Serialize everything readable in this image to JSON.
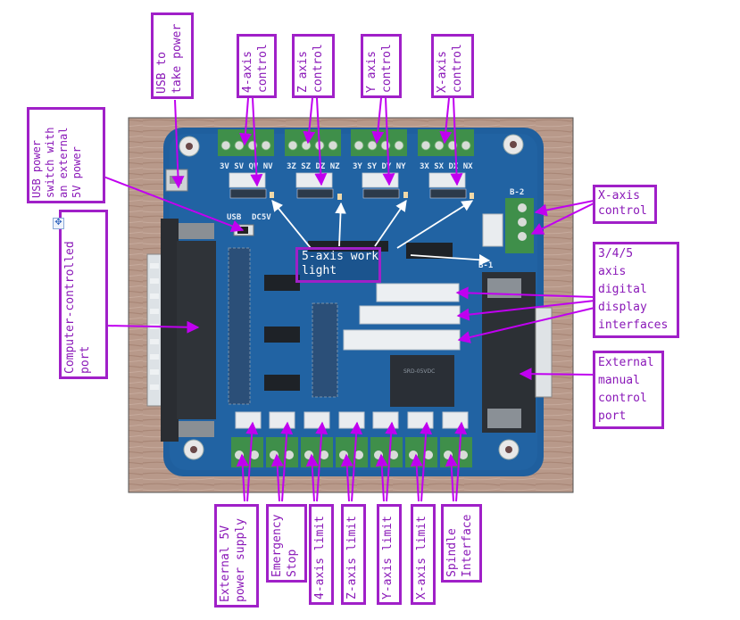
{
  "diagram": {
    "subject": "5-axis CNC stepper motor interface board (blue PCB photo) with annotated callouts",
    "colors": {
      "callout": "#a020c8",
      "callout_text": "#8a18b8",
      "pcb": "#1f5f9e",
      "terminal": "#3f8f4a",
      "background_wood": "#b89a86"
    },
    "board_silkscreen": {
      "usb": "USB",
      "dc5v": "DC5V",
      "b2": "B-2",
      "b1": "B-1",
      "axis_headers": [
        "3V SV QV NV",
        "3Z SZ DZ NZ",
        "3Y SY DY NY",
        "3X SX DX NX"
      ]
    },
    "labels": {
      "usb_power": "USB to\ntake power",
      "axis4_control": "4-axis\ncontrol",
      "z_control": "Z axis\ncontrol",
      "y_control": "Y axis\ncontrol",
      "x_control_top": "X-axis\ncontrol",
      "usb_switch": "USB power\nswitch with\nan external\n5V power",
      "computer_port": "Computer-controlled\nport",
      "work_light": "5-axis work\nlight",
      "x_control_right": "X-axis\ncontrol",
      "digital_display": "3/4/5\naxis\ndigital\ndisplay\ninterfaces",
      "manual_port": "External\nmanual\ncontrol\nport",
      "ext_5v": "External 5V\npower supply",
      "estop": "Emergency\nStop",
      "limit4": "4-axis limit",
      "limitz": "Z-axis limit",
      "limity": "Y-axis limit",
      "limitx": "X-axis limit",
      "spindle": "Spindle\nInterface"
    },
    "icons": {
      "move_handle": "✥"
    }
  }
}
